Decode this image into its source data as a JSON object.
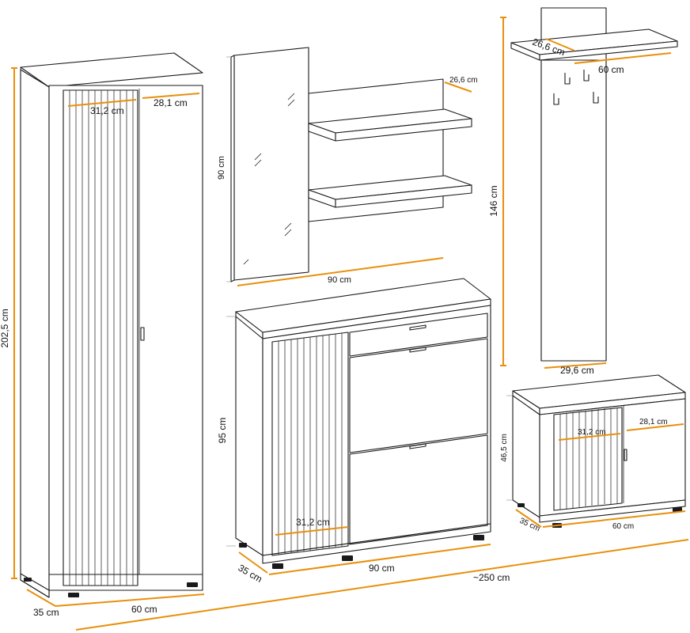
{
  "dimensions": {
    "wardrobe_height": "202,5 cm",
    "wardrobe_depth": "35 cm",
    "wardrobe_width": "60 cm",
    "wardrobe_slat_width": "31,2 cm",
    "wardrobe_door_width": "28,1 cm",
    "mirror_height": "90 cm",
    "mirror_shelf_width": "90 cm",
    "shelf_depth": "26,6 cm",
    "coat_panel_height": "146 cm",
    "coat_shelf_depth": "26,6 cm",
    "coat_shelf_width": "60 cm",
    "coat_panel_width": "29,6 cm",
    "sideboard_height": "95 cm",
    "sideboard_depth": "35 cm",
    "sideboard_width": "90 cm",
    "sideboard_slat_width": "31,2 cm",
    "bench_height": "46,5 cm",
    "bench_depth": "35 cm",
    "bench_width": "60 cm",
    "bench_slat_width": "31,2 cm",
    "bench_door_width": "28,1 cm",
    "total_width": "~250 cm"
  },
  "colors": {
    "dimension_line": "#e8900c",
    "outline": "#1a1a1a"
  }
}
